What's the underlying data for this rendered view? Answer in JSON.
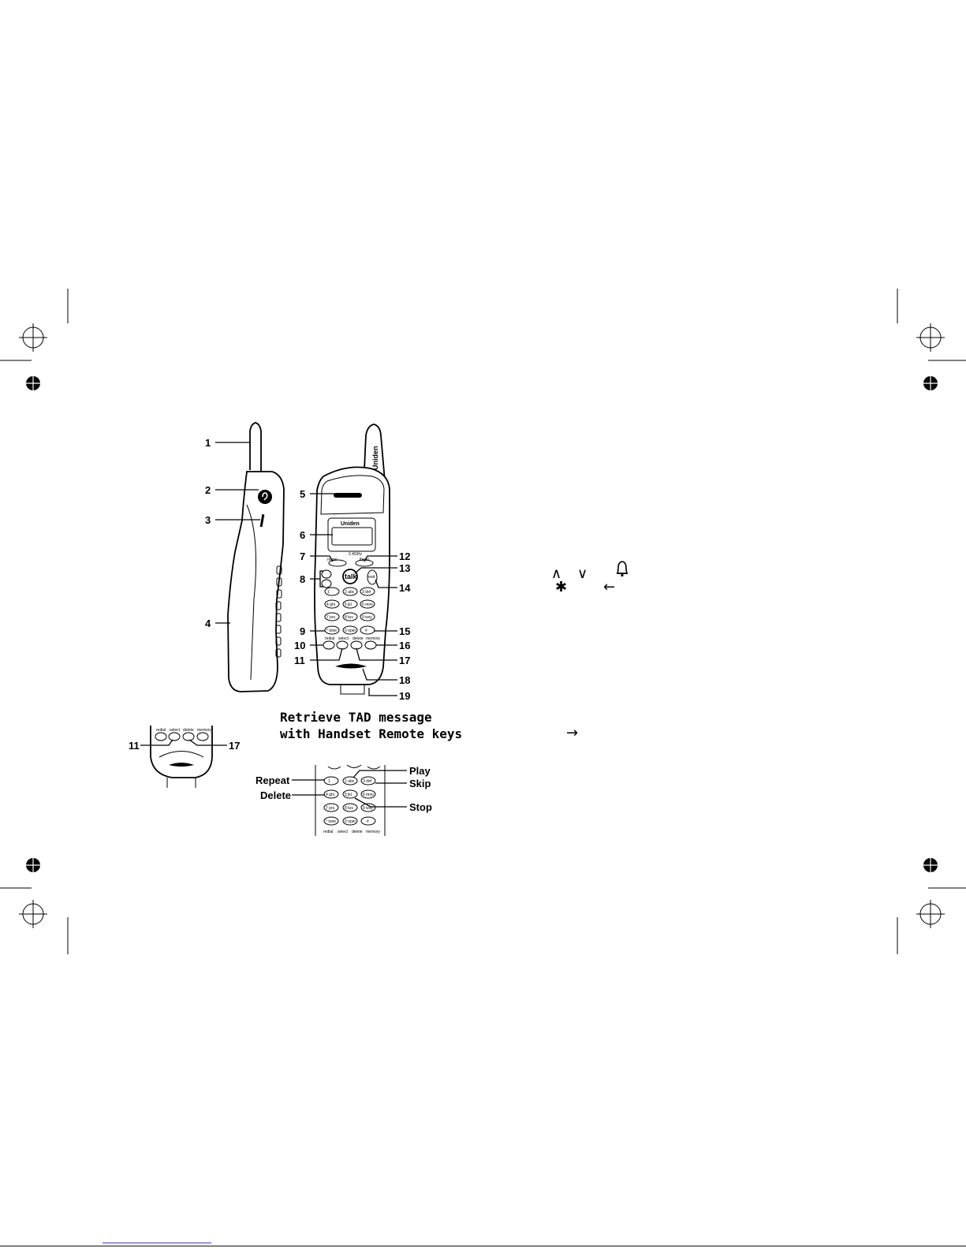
{
  "handset_callouts": {
    "c1": "1",
    "c2": "2",
    "c3": "3",
    "c4": "4",
    "c5": "5",
    "c6": "6",
    "c7": "7",
    "c8": "8",
    "c9": "9",
    "c10": "10",
    "c11": "11",
    "c12": "12",
    "c13": "13",
    "c14": "14",
    "c15": "15",
    "c16": "16",
    "c17": "17",
    "c18": "18",
    "c19": "19"
  },
  "detail_callouts": {
    "c11": "11",
    "c17": "17"
  },
  "brand": {
    "back": "Uniden",
    "front": "Uniden",
    "band": "2.4GHz"
  },
  "keys": {
    "talk": "talk",
    "end": "end",
    "k1": "1",
    "k2": "2 abc",
    "k3": "3 def",
    "k4": "4 ghi",
    "k5": "5 jkl",
    "k6": "6 mno",
    "k7": "7 prs",
    "k8": "8 tuv",
    "k9": "9 wxy",
    "kstar": "* tone",
    "k0": "0 oper",
    "khash": "#",
    "redial": "redial",
    "select": "select",
    "delete": "delete",
    "memory": "memory",
    "flash": "flash",
    "pause": "pause"
  },
  "remote": {
    "caption_line1": "Retrieve TAD message",
    "caption_line2": "with Handset Remote keys",
    "repeat": "Repeat",
    "play": "Play",
    "skip": "Skip",
    "delete": "Delete",
    "stop": "Stop"
  },
  "symbols": {
    "up": "∧",
    "down": "∨",
    "ringer": "bell-icon",
    "star": "✱",
    "back_arrow": "←",
    "forward_arrow": "→"
  }
}
